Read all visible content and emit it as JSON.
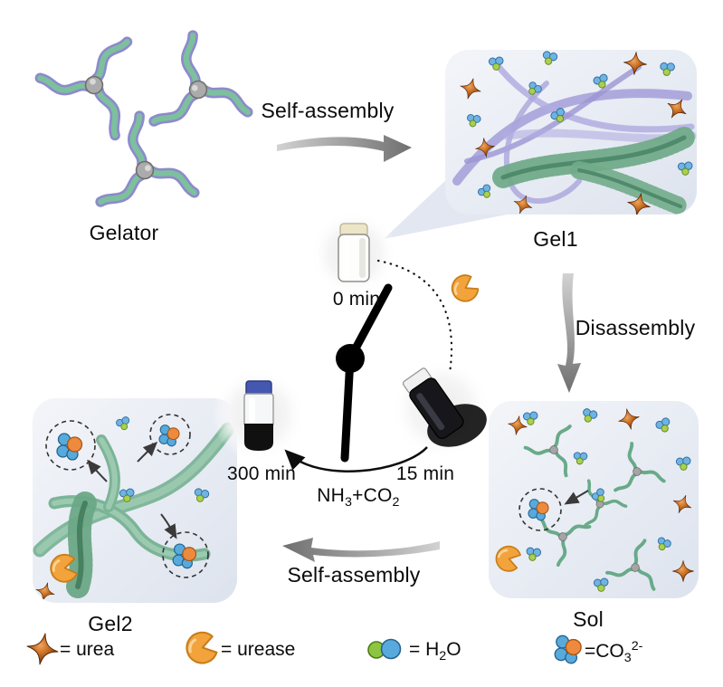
{
  "figure": {
    "labels": {
      "gelator": "Gelator",
      "self_assembly_top": "Self-assembly",
      "gel1": "Gel1",
      "disassembly": "Disassembly",
      "sol": "Sol",
      "self_assembly_bottom": "Self-assembly",
      "gel2": "Gel2"
    },
    "timeline": {
      "t0": "0 min",
      "t15": "15 min",
      "t300": "300 min",
      "reaction": {
        "p1": "NH",
        "s1": "3",
        "p2": "+CO",
        "s2": "2"
      }
    },
    "legend": {
      "urea": {
        "icon": "urea-star-icon",
        "label": "= urea"
      },
      "urease": {
        "icon": "urease-pacman-icon",
        "label": "= urease"
      },
      "water": {
        "icon": "water-molecules-icon",
        "p1": "= H",
        "s1": "2",
        "p2": "O"
      },
      "carbonate": {
        "icon": "carbonate-cluster-icon",
        "p1": "=CO",
        "s1": "3",
        "sup1": "2-"
      }
    },
    "colors": {
      "fiber_green": "#6aa886",
      "fiber_purple": "#a7a2da",
      "urea_star": "#c2691e",
      "urease_body": "#f2a33c",
      "water_blue": "#58aadc",
      "water_green": "#8cc540",
      "carbonate_orange": "#ee8a3d",
      "panel_background": "#e7ebf3",
      "vial_cap_blue": "#4558b0",
      "text": "#0b0b0b"
    }
  }
}
